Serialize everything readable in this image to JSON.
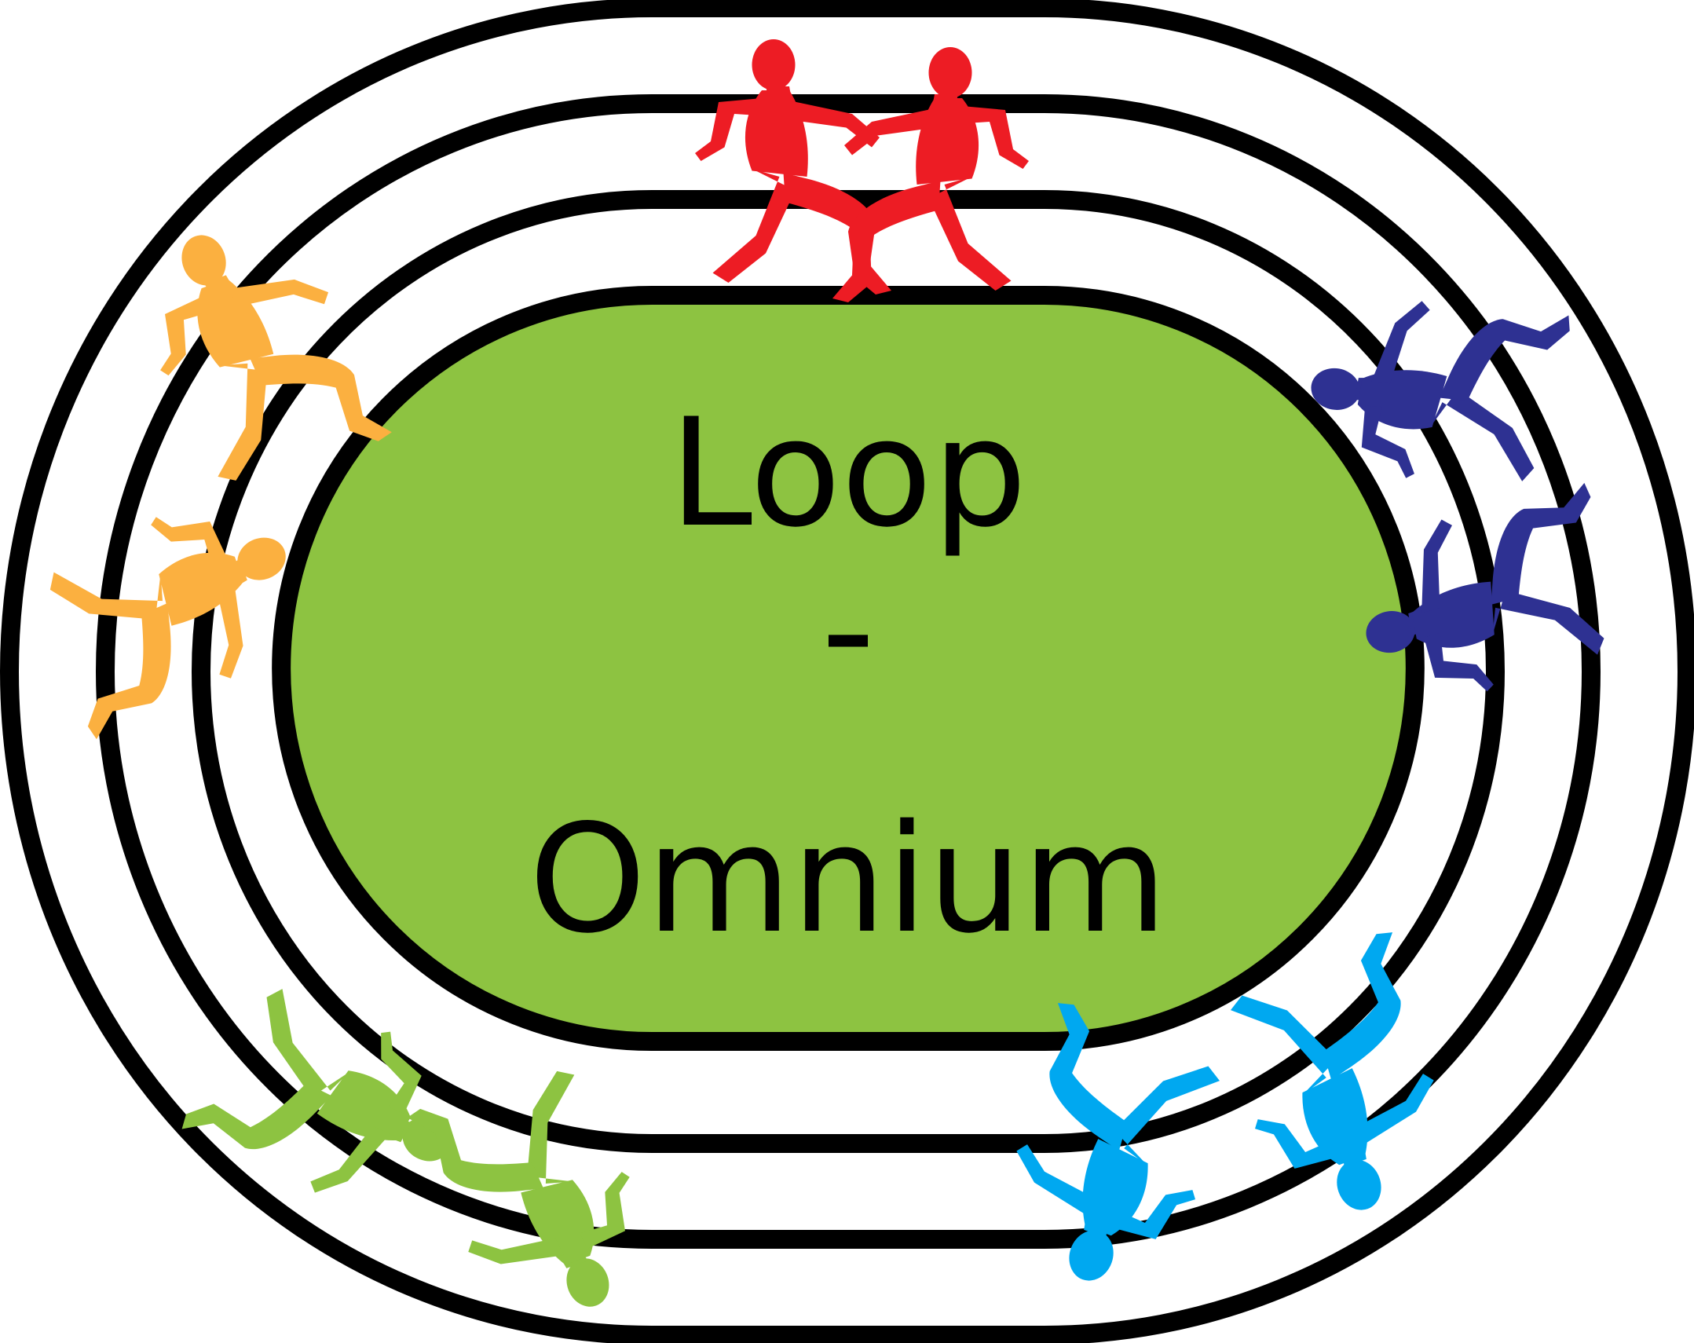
{
  "title": {
    "line1": "Loop",
    "line2": "-",
    "line3": "Omnium"
  },
  "colors": {
    "background": "#ffffff",
    "track_lines": "#000000",
    "field": "#8dc341",
    "red_team": "#ed1c24",
    "navy_team": "#2e3192",
    "cyan_team": "#00a8f0",
    "green_team": "#8dc341",
    "orange_team": "#fbb040"
  },
  "runner_groups": [
    {
      "name": "red",
      "runners": 2,
      "icon": "relay-runner-silhouette-icon"
    },
    {
      "name": "navy",
      "runners": 2,
      "icon": "relay-runner-silhouette-icon"
    },
    {
      "name": "cyan",
      "runners": 2,
      "icon": "relay-runner-silhouette-icon"
    },
    {
      "name": "green",
      "runners": 2,
      "icon": "relay-runner-silhouette-icon"
    },
    {
      "name": "orange",
      "runners": 2,
      "icon": "relay-runner-silhouette-icon"
    }
  ]
}
